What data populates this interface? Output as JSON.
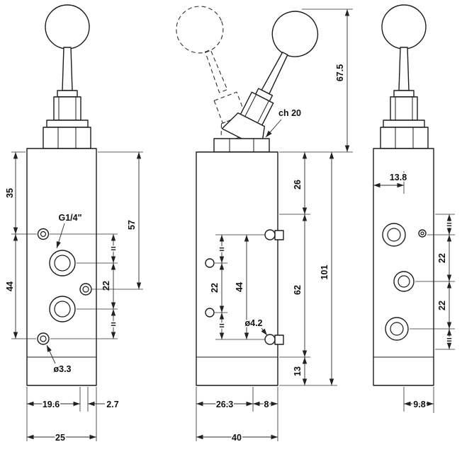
{
  "drawing": {
    "front": {
      "port_label": "G1/4\"",
      "hole_label": "ø3.3",
      "dim_top": "35",
      "dim_bottom": "44",
      "dim_height": "57",
      "dim_ports": "22",
      "eq_top": "=",
      "eq_bottom": "=",
      "dim_w1": "19.6",
      "dim_w2": "2.7",
      "dim_width": "25"
    },
    "side": {
      "hex_label": "ch 20",
      "dim_lever": "67.5",
      "dim_top": "26",
      "dim_mid": "62",
      "dim_base": "13",
      "dim_body": "101",
      "eq_top": "=",
      "dim_holes": "22",
      "eq_bottom": "=",
      "dim_ports": "44",
      "hole_label": "ø4.2",
      "dim_w1": "26.3",
      "dim_w2": "8",
      "dim_width": "40"
    },
    "rear": {
      "dim_offset": "13.8",
      "eq_top": "=",
      "dim_p1": "22",
      "dim_p2": "22",
      "eq_bottom": "=",
      "dim_w": "9.8"
    }
  }
}
